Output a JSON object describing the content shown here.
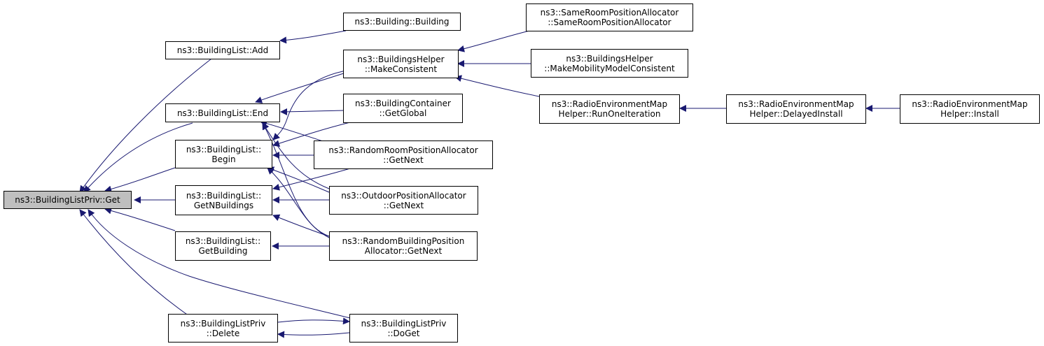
{
  "colors": {
    "edge": "#191970",
    "node_border": "#000000",
    "focus_fill": "#bfbfbf",
    "node_fill": "#ffffff"
  },
  "nodes": {
    "get": [
      "ns3::BuildingListPriv::Get"
    ],
    "add": [
      "ns3::BuildingList::Add"
    ],
    "end": [
      "ns3::BuildingList::End"
    ],
    "begin": [
      "ns3::BuildingList::",
      "Begin"
    ],
    "getn": [
      "ns3::BuildingList::",
      "GetNBuildings"
    ],
    "getbuilding": [
      "ns3::BuildingList::",
      "GetBuilding"
    ],
    "delete": [
      "ns3::BuildingListPriv",
      "::Delete"
    ],
    "building": [
      "ns3::Building::Building"
    ],
    "consistent": [
      "ns3::BuildingsHelper",
      "::MakeConsistent"
    ],
    "getglobal": [
      "ns3::BuildingContainer",
      "::GetGlobal"
    ],
    "randroom": [
      "ns3::RandomRoomPositionAllocator",
      "::GetNext"
    ],
    "outdoor": [
      "ns3::OutdoorPositionAllocator",
      "::GetNext"
    ],
    "randbuilding": [
      "ns3::RandomBuildingPosition",
      "Allocator::GetNext"
    ],
    "doget": [
      "ns3::BuildingListPriv",
      "::DoGet"
    ],
    "sameroom": [
      "ns3::SameRoomPositionAllocator",
      "::SameRoomPositionAllocator"
    ],
    "mobility": [
      "ns3::BuildingsHelper",
      "::MakeMobilityModelConsistent"
    ],
    "remrun": [
      "ns3::RadioEnvironmentMap",
      "Helper::RunOneIteration"
    ],
    "remdelayed": [
      "ns3::RadioEnvironmentMap",
      "Helper::DelayedInstall"
    ],
    "reminstall": [
      "ns3::RadioEnvironmentMap",
      "Helper::Install"
    ]
  }
}
